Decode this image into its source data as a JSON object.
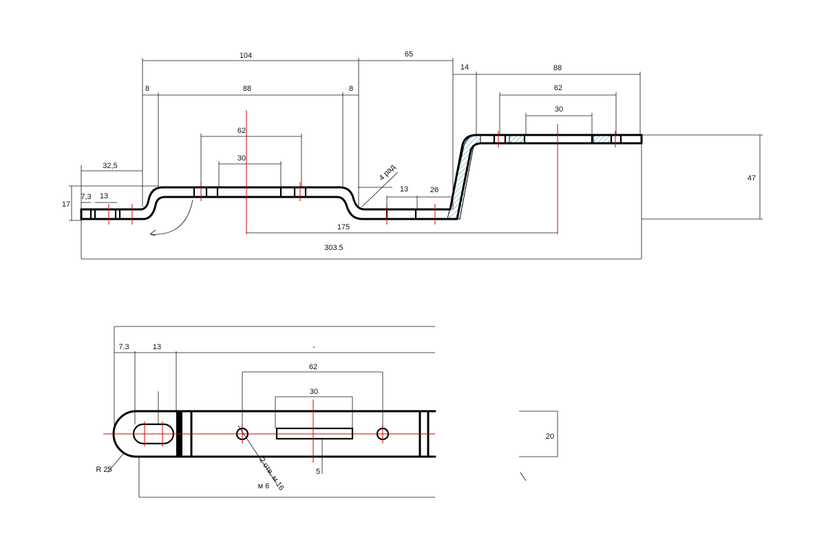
{
  "side_view": {
    "dims": {
      "d104": "104",
      "d65": "65",
      "d14": "14",
      "d88_right": "88",
      "d8_left": "8",
      "d88_mid": "88",
      "d8_right": "8",
      "d62_right": "62",
      "d30_right": "30",
      "d62_mid": "62",
      "d30_mid": "30",
      "d32_5": "32,5",
      "d7_3": "7,3",
      "d13_left": "13",
      "d17": "17",
      "d13_mid": "13",
      "d26": "26",
      "d47": "47",
      "d175": "175",
      "d303_5": "303.5",
      "radius_note": "4 рад"
    }
  },
  "top_view": {
    "dims": {
      "d7_3": "7.3",
      "d13": "13",
      "dash": "-",
      "d62": "62",
      "d30": "30",
      "d20": "20",
      "d5": "5",
      "r25": "R 25",
      "m6": "м 6",
      "m6_note": "2 отв. м 16"
    }
  },
  "colors": {
    "line": "#000000",
    "axis": "#d40000",
    "hatch": "#7fb8c9"
  }
}
